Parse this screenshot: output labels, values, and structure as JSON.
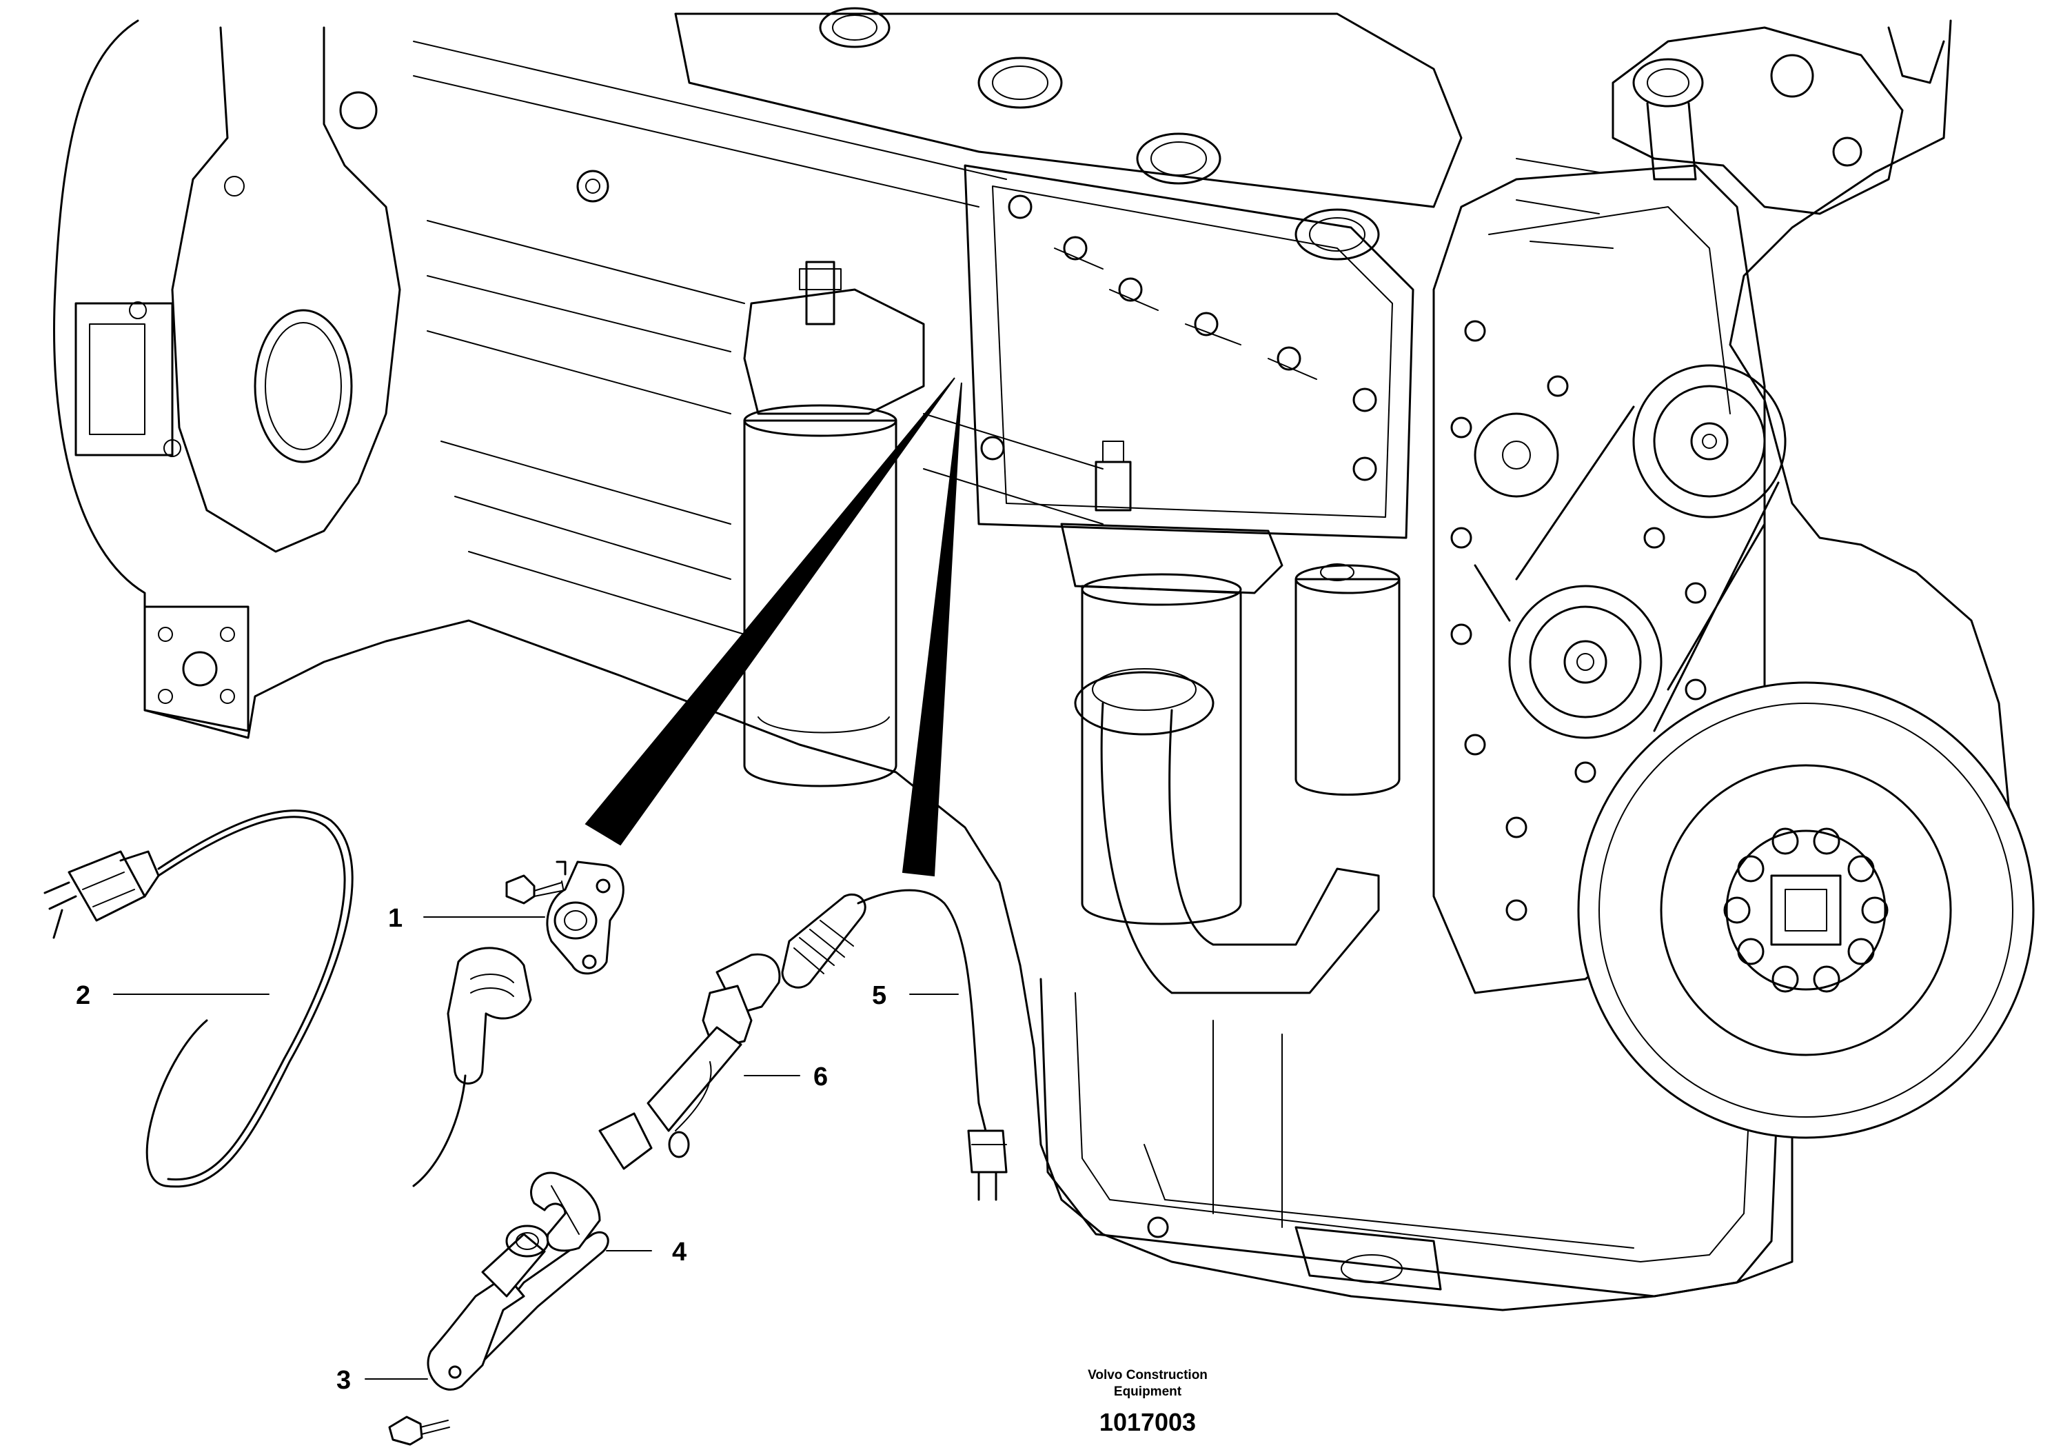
{
  "callouts": [
    {
      "id": "1",
      "label": "1"
    },
    {
      "id": "2",
      "label": "2"
    },
    {
      "id": "3",
      "label": "3"
    },
    {
      "id": "4",
      "label": "4"
    },
    {
      "id": "5",
      "label": "5"
    },
    {
      "id": "6",
      "label": "6"
    }
  ],
  "footer": {
    "company_line1": "Volvo Construction",
    "company_line2": "Equipment",
    "reference_number": "1017003"
  }
}
